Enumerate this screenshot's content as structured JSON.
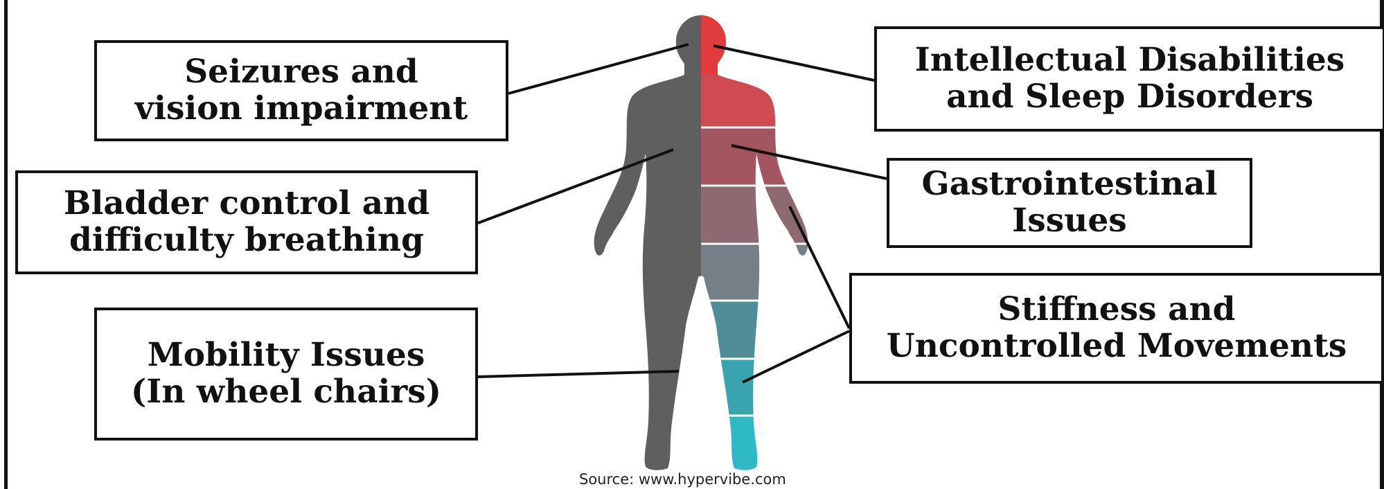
{
  "labels": {
    "seizures": "Seizures and\nvision impairment",
    "bladder": "Bladder control and\ndifficulty breathing",
    "mobility": "Mobility Issues\n(In wheel chairs)",
    "intellectual": "Intellectual Disabilities\nand Sleep Disorders",
    "gastro": "Gastrointestinal\nIssues",
    "stiffness": "Stiffness and\nUncontrolled Movements"
  },
  "source": "Source: www.hypervibe.com",
  "colors": {
    "body_left": "#5f5f5f",
    "head_red": "#e23b3b",
    "torso_red": "#cc4a50",
    "abdomen": "#a35660",
    "pelvis": "#8c6a70",
    "thigh": "#747f88",
    "knee": "#4f8d97",
    "shin": "#3aa3b0",
    "foot": "#2fb8c6"
  }
}
